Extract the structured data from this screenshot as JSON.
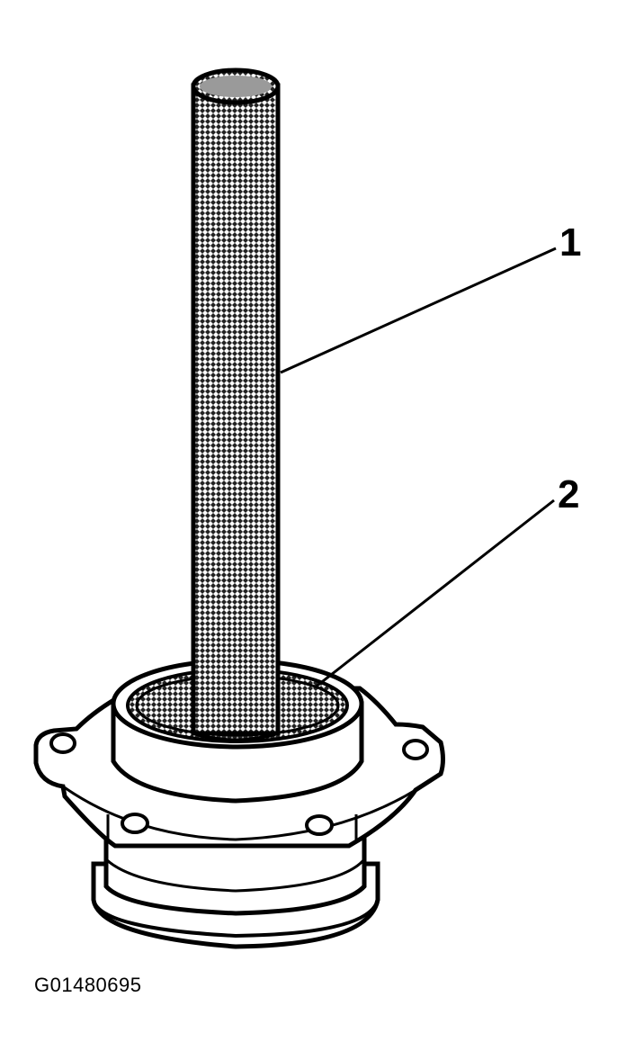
{
  "figure": {
    "callouts": [
      {
        "number": "1"
      },
      {
        "number": "2"
      }
    ],
    "figure_id": "G01480695"
  },
  "colors": {
    "ink": "#000000",
    "paper": "#ffffff",
    "shade": "#6e6e6e"
  }
}
